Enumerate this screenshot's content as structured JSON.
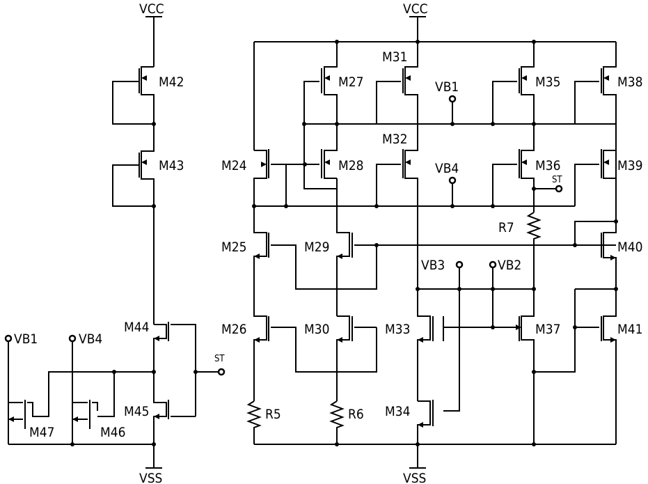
{
  "rails": {
    "vcc": "VCC",
    "vss": "VSS"
  },
  "transistors": {
    "m42": "M42",
    "m43": "M43",
    "m44": "M44",
    "m45": "M45",
    "m46": "M46",
    "m47": "M47",
    "m24": "M24",
    "m25": "M25",
    "m26": "M26",
    "m27": "M27",
    "m28": "M28",
    "m29": "M29",
    "m30": "M30",
    "m31": "M31",
    "m32": "M32",
    "m33": "M33",
    "m34": "M34",
    "m35": "M35",
    "m36": "M36",
    "m37": "M37",
    "m38": "M38",
    "m39": "M39",
    "m40": "M40",
    "m41": "M41"
  },
  "resistors": {
    "r5": "R5",
    "r6": "R6",
    "r7": "R7"
  },
  "pins": {
    "vb1": "VB1",
    "vb2": "VB2",
    "vb3": "VB3",
    "vb4": "VB4",
    "st": "ST"
  },
  "colors": {
    "wire": "#000000",
    "background": "#ffffff"
  }
}
